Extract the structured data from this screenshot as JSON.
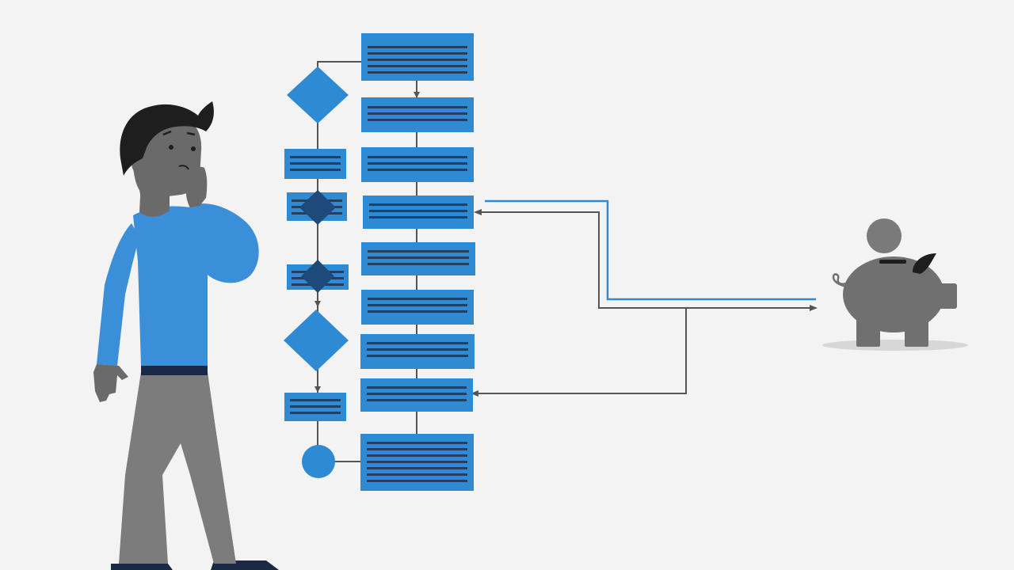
{
  "scene": {
    "kind": "illustration",
    "subjects": [
      "person",
      "flowchart",
      "piggy-bank"
    ]
  },
  "colors": {
    "background": "#f3f3f3",
    "flow_blue": "#2f8ad4",
    "flow_dark": "#1d4a78",
    "text_lines": "#1f3f63",
    "connector": "#555555",
    "highlight_line": "#2f8ad4",
    "shirt": "#3a8fd8",
    "skin": "#6a6a6a",
    "hair": "#1e1e1e",
    "pants": "#7c7c7c",
    "belt": "#1b2a44",
    "piggy": "#707070",
    "coin": "#7a7a7a",
    "shadow": "#d7d7d7"
  },
  "icons": {
    "decision": "diamond-shape",
    "terminal": "circle-shape",
    "savings": "piggy-bank-icon",
    "coin": "coin-icon"
  }
}
